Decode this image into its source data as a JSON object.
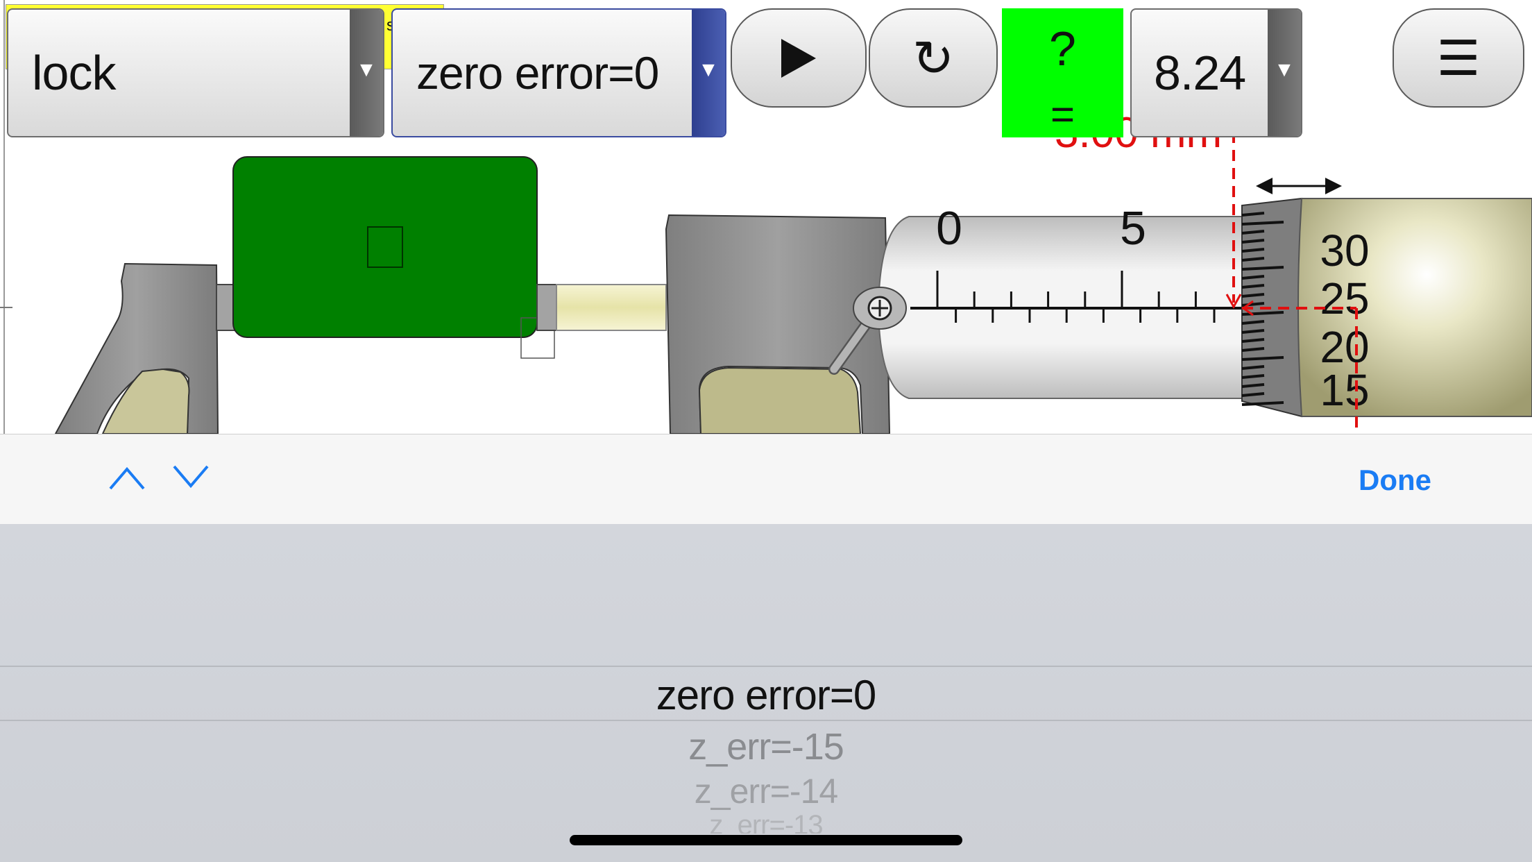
{
  "toolbar": {
    "lock_select": {
      "value": "lock"
    },
    "zero_error_select": {
      "value": "zero error=0"
    },
    "play_icon": "play-icon",
    "reset_icon": "reset-icon",
    "reset_glyph": "↻",
    "check": {
      "question": "?",
      "equals": "="
    },
    "reading_select": {
      "value": "8.24"
    },
    "menu_glyph": "☰",
    "hidden_label_fragment": "s"
  },
  "micrometer": {
    "measurement_label": "3.00 mm",
    "sleeve_labels": [
      "0",
      "5"
    ],
    "thimble_labels": [
      "30",
      "25",
      "20",
      "15"
    ]
  },
  "keyboard_accessory": {
    "done_label": "Done",
    "accent_color": "#1a7cf4"
  },
  "picker": {
    "selected": "zero error=0",
    "options_below": [
      "z_err=-15",
      "z_err=-14",
      "z_err=-13"
    ]
  },
  "colors": {
    "check_box": "#00ff00",
    "object_green": "#008000",
    "metal": "#8c8c8c",
    "measure_red": "#e01010"
  }
}
